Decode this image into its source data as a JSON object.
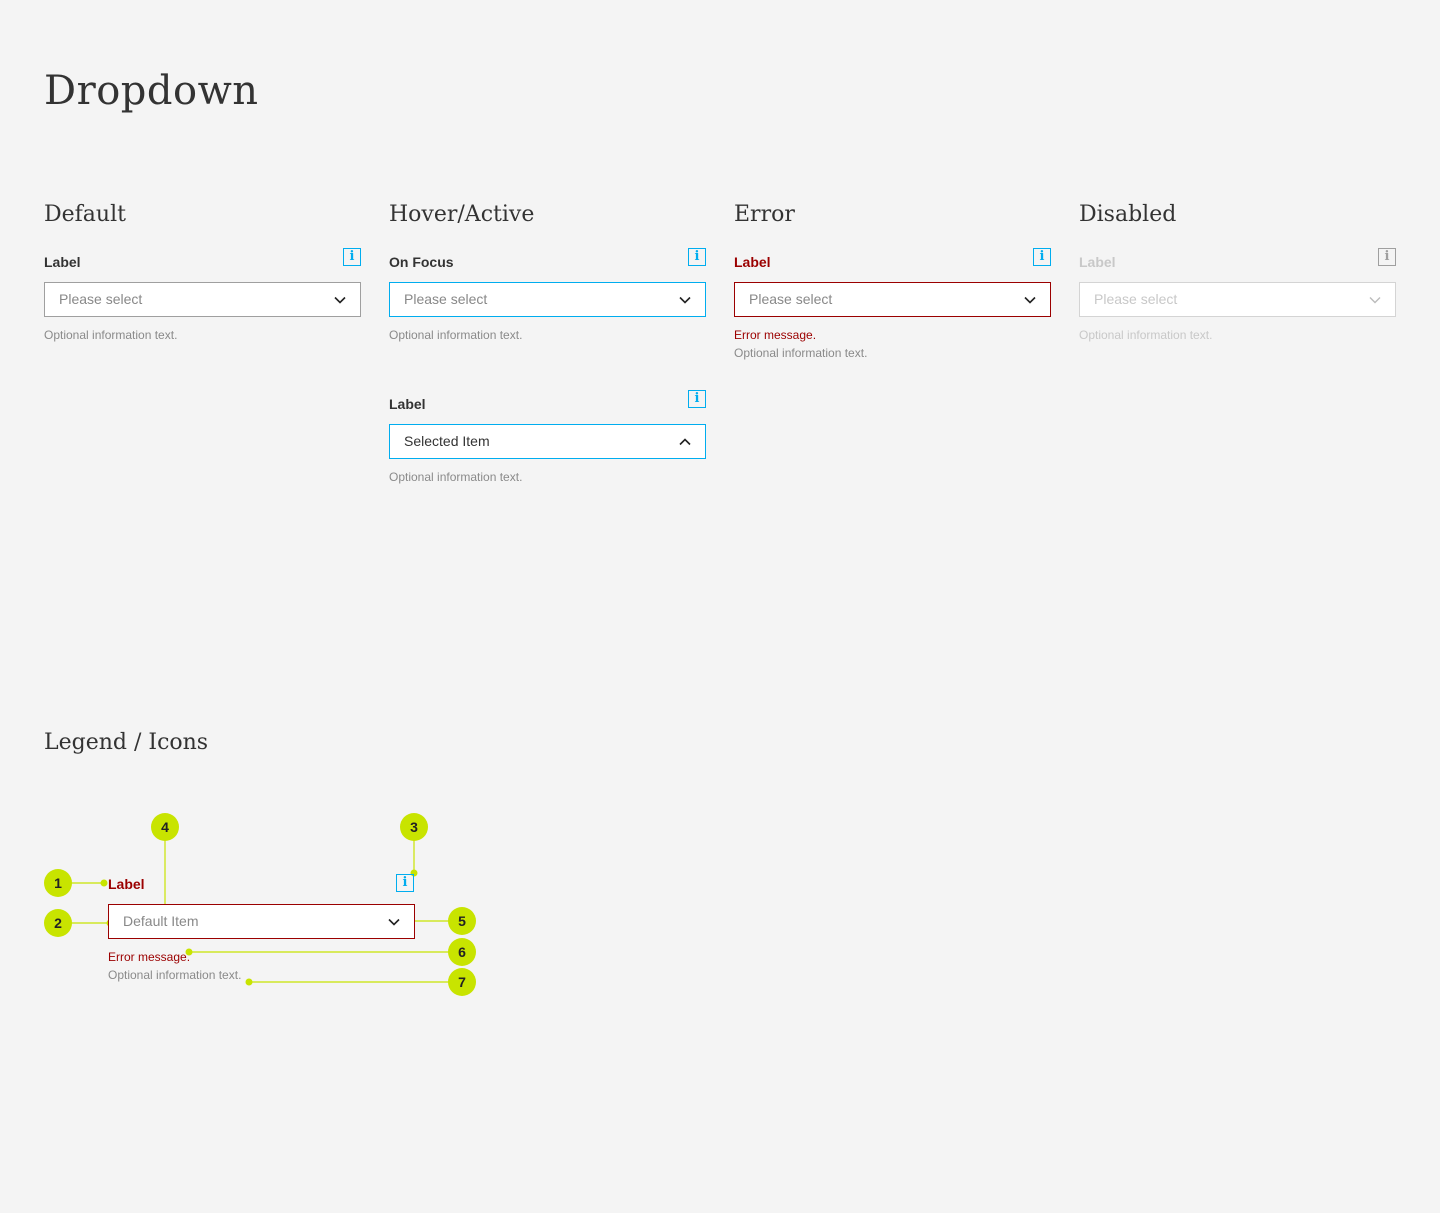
{
  "page": {
    "title": "Dropdown"
  },
  "columns": {
    "default": {
      "heading": "Default",
      "label": "Label",
      "placeholder": "Please select",
      "helper": "Optional information text."
    },
    "hover": {
      "heading": "Hover/Active",
      "focus": {
        "label": "On Focus",
        "placeholder": "Please select",
        "helper": "Optional information text."
      },
      "selected": {
        "label": "Label",
        "value": "Selected Item",
        "helper": "Optional information text."
      }
    },
    "error": {
      "heading": "Error",
      "label": "Label",
      "placeholder": "Please select",
      "error": "Error message.",
      "helper": "Optional information text."
    },
    "disabled": {
      "heading": "Disabled",
      "label": "Label",
      "placeholder": "Please select",
      "helper": "Optional information text."
    }
  },
  "info_icon_glyph": "i",
  "legend": {
    "title": "Legend / Icons",
    "label": "Label",
    "value": "Default Item",
    "error": "Error message.",
    "helper": "Optional information text.",
    "badges": [
      "1",
      "2",
      "3",
      "4",
      "5",
      "6",
      "7"
    ]
  },
  "colors": {
    "background": "#f4f4f4",
    "focus_blue": "#00adef",
    "error_red": "#9b0000",
    "legend_green": "#c8e400",
    "text": "#333333",
    "helper_gray": "#8a8a8a"
  },
  "icons": {
    "info": "info-icon",
    "chevron_down": "chevron-down-icon",
    "chevron_up": "chevron-up-icon"
  }
}
